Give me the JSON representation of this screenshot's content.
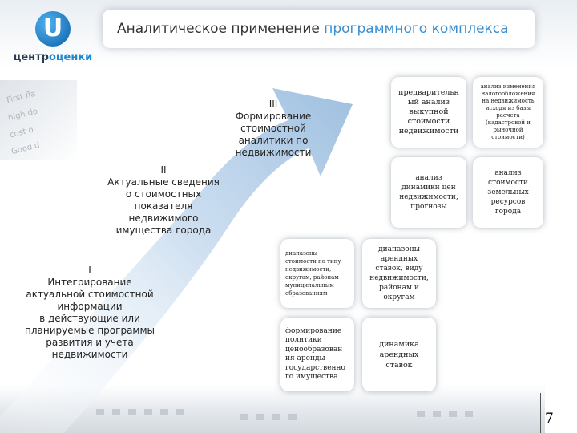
{
  "header": {
    "title_main": "Аналитическое применение ",
    "title_accent": "программного комплекса",
    "accent_color": "#3a8fd1"
  },
  "logo": {
    "letter": "U",
    "text_part1": "центр",
    "text_part2": "оценки"
  },
  "decor": {
    "left_text": [
      "First fla",
      "high do",
      "cost o",
      "Good d"
    ]
  },
  "stages": [
    {
      "text": "I\nИнтегрирование\nактуальной стоимостной\nинформации\nв действующие или\nпланируемые программы\nразвития и учета\nнедвижимости"
    },
    {
      "text": "II\nАктуальные сведения\nо стоимостных\nпоказателя\nнедвижимого\nимущества города"
    },
    {
      "text": "III\nФормирование\nстоимостной\nаналитики по\nнедвижимости"
    }
  ],
  "boxes": [
    {
      "text": "предварительн\nый анализ\nвыкупной\nстоимости\nнедвижимости"
    },
    {
      "text": "анализ изменения\nналогообложения\nна недвижимость\nисходя из базы\nрасчета\n(кадастровой и\nрыночной\nстоимости)"
    },
    {
      "text": "анализ\nдинамики цен\nнедвижимости,\nпрогнозы"
    },
    {
      "text": "анализ\nстоимости\nземельных\nресурсов\nгорода"
    },
    {
      "text": "диапазоны\nстоимости по типу\nнедвижимости,\nокругам, районам\nмуниципальным\nобразованиям"
    },
    {
      "text": "диапазоны\nарендных\nставок, виду\nнедвижимости,\nрайонам и\nокругам"
    },
    {
      "text": "формирование\nполитики\nценообразован\nия аренды\nгосударственно\nго имущества"
    },
    {
      "text": "динамика\nарендных\nставок"
    }
  ],
  "page_number": "7"
}
